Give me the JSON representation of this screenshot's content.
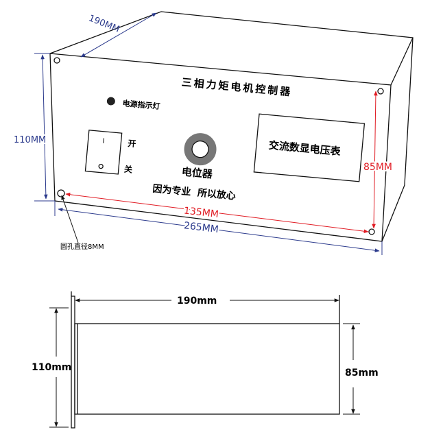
{
  "top_view": {
    "title": "三相力矩电机控制器",
    "power_indicator": "电源指示灯",
    "switch_on": "开",
    "switch_off": "关",
    "switch_on_mark": "I",
    "potentiometer": "电位器",
    "voltmeter": "交流数显电压表",
    "slogan": "因为专业  所以放心",
    "dim_depth": "190MM",
    "dim_height": "110MM",
    "dim_hole_vertical": "85MM",
    "dim_hole_horizontal": "135MM",
    "dim_width": "265MM",
    "hole_note": "圆孔直径8MM"
  },
  "side_view": {
    "dim_depth": "190mm",
    "dim_height": "110mm",
    "dim_body_height": "85mm"
  },
  "colors": {
    "blue": "#2b3a8c",
    "red": "#e01a22"
  }
}
